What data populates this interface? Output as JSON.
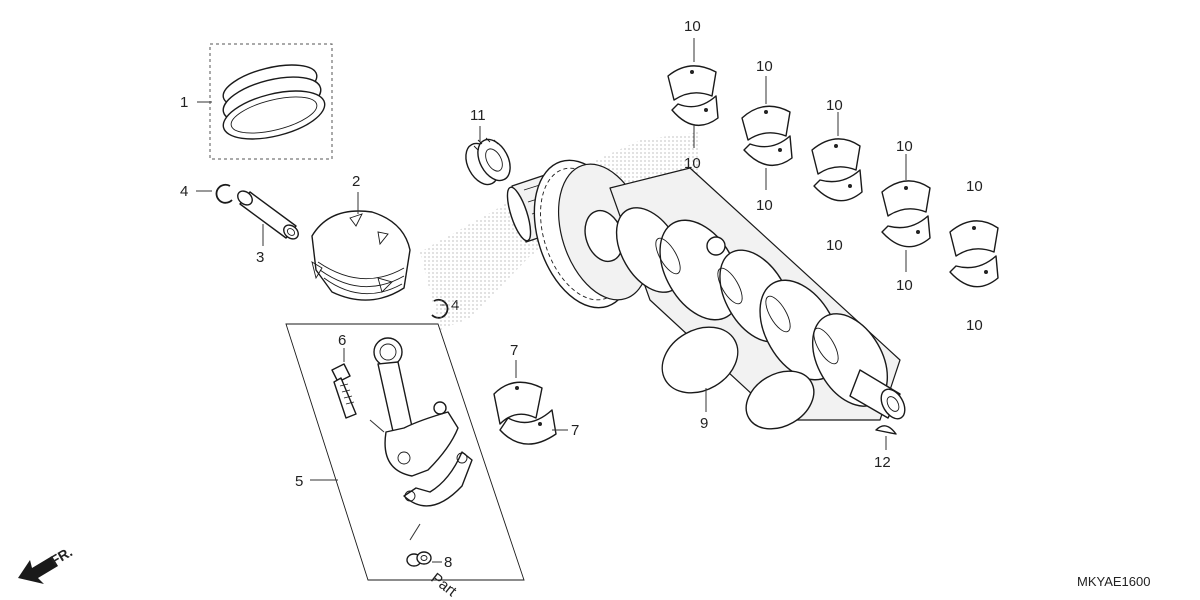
{
  "callouts": {
    "c1": "1",
    "c2": "2",
    "c3": "3",
    "c4a": "4",
    "c4b": "4",
    "c5": "5",
    "c6": "6",
    "c7a": "7",
    "c7b": "7",
    "c8": "8",
    "c9": "9",
    "c10a": "10",
    "c10b": "10",
    "c10c": "10",
    "c10d": "10",
    "c10e": "10",
    "c10f": "10",
    "c10g": "10",
    "c10h": "10",
    "c10i": "10",
    "c10j": "10",
    "c11": "11",
    "c12": "12"
  },
  "front_arrow_label": "FR.",
  "partial_text": "Part",
  "diagram_code": "MKYAE1600"
}
